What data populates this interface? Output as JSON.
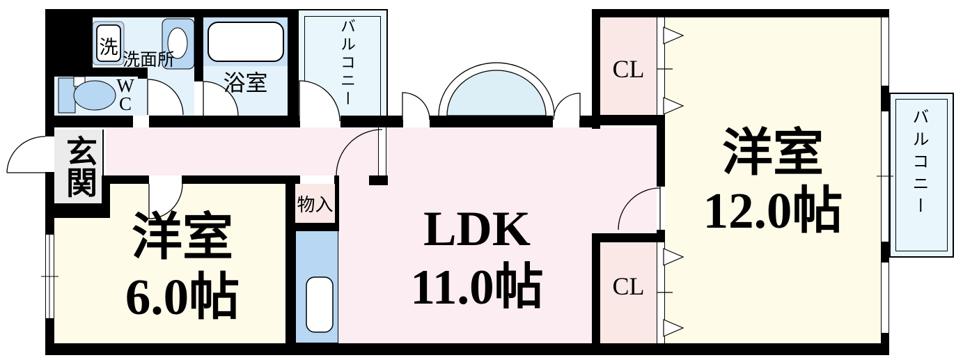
{
  "floor_plan": {
    "kind": "apartment-floor-plan",
    "labels": {
      "entrance": "玄関",
      "toilet": "WC",
      "washer": "洗",
      "washroom": "洗面所",
      "bathroom": "浴室",
      "balcony_top": "バルコニー",
      "balcony_right": "バルコニー",
      "storage": "物入",
      "closet_top": "CL",
      "closet_bottom": "CL",
      "room_small_name": "洋室",
      "room_small_size": "6.0帖",
      "ldk_name": "LDK",
      "ldk_size": "11.0帖",
      "room_large_name": "洋室",
      "room_large_size": "12.0帖"
    },
    "colors": {
      "wall": "#000000",
      "room_cream": "#fffbe9",
      "hall_pink": "#fcedf3",
      "closet_pink": "#f9e8e6",
      "wet_blue": "#e4f2fb",
      "balcony_blue": "#e9f7fc",
      "fixture_blue": "#b7d7f3",
      "tub_deck_blue": "#c9e0f5",
      "entrance_gray": "#ebebeb",
      "arch_glass": "#ddeff6"
    }
  }
}
